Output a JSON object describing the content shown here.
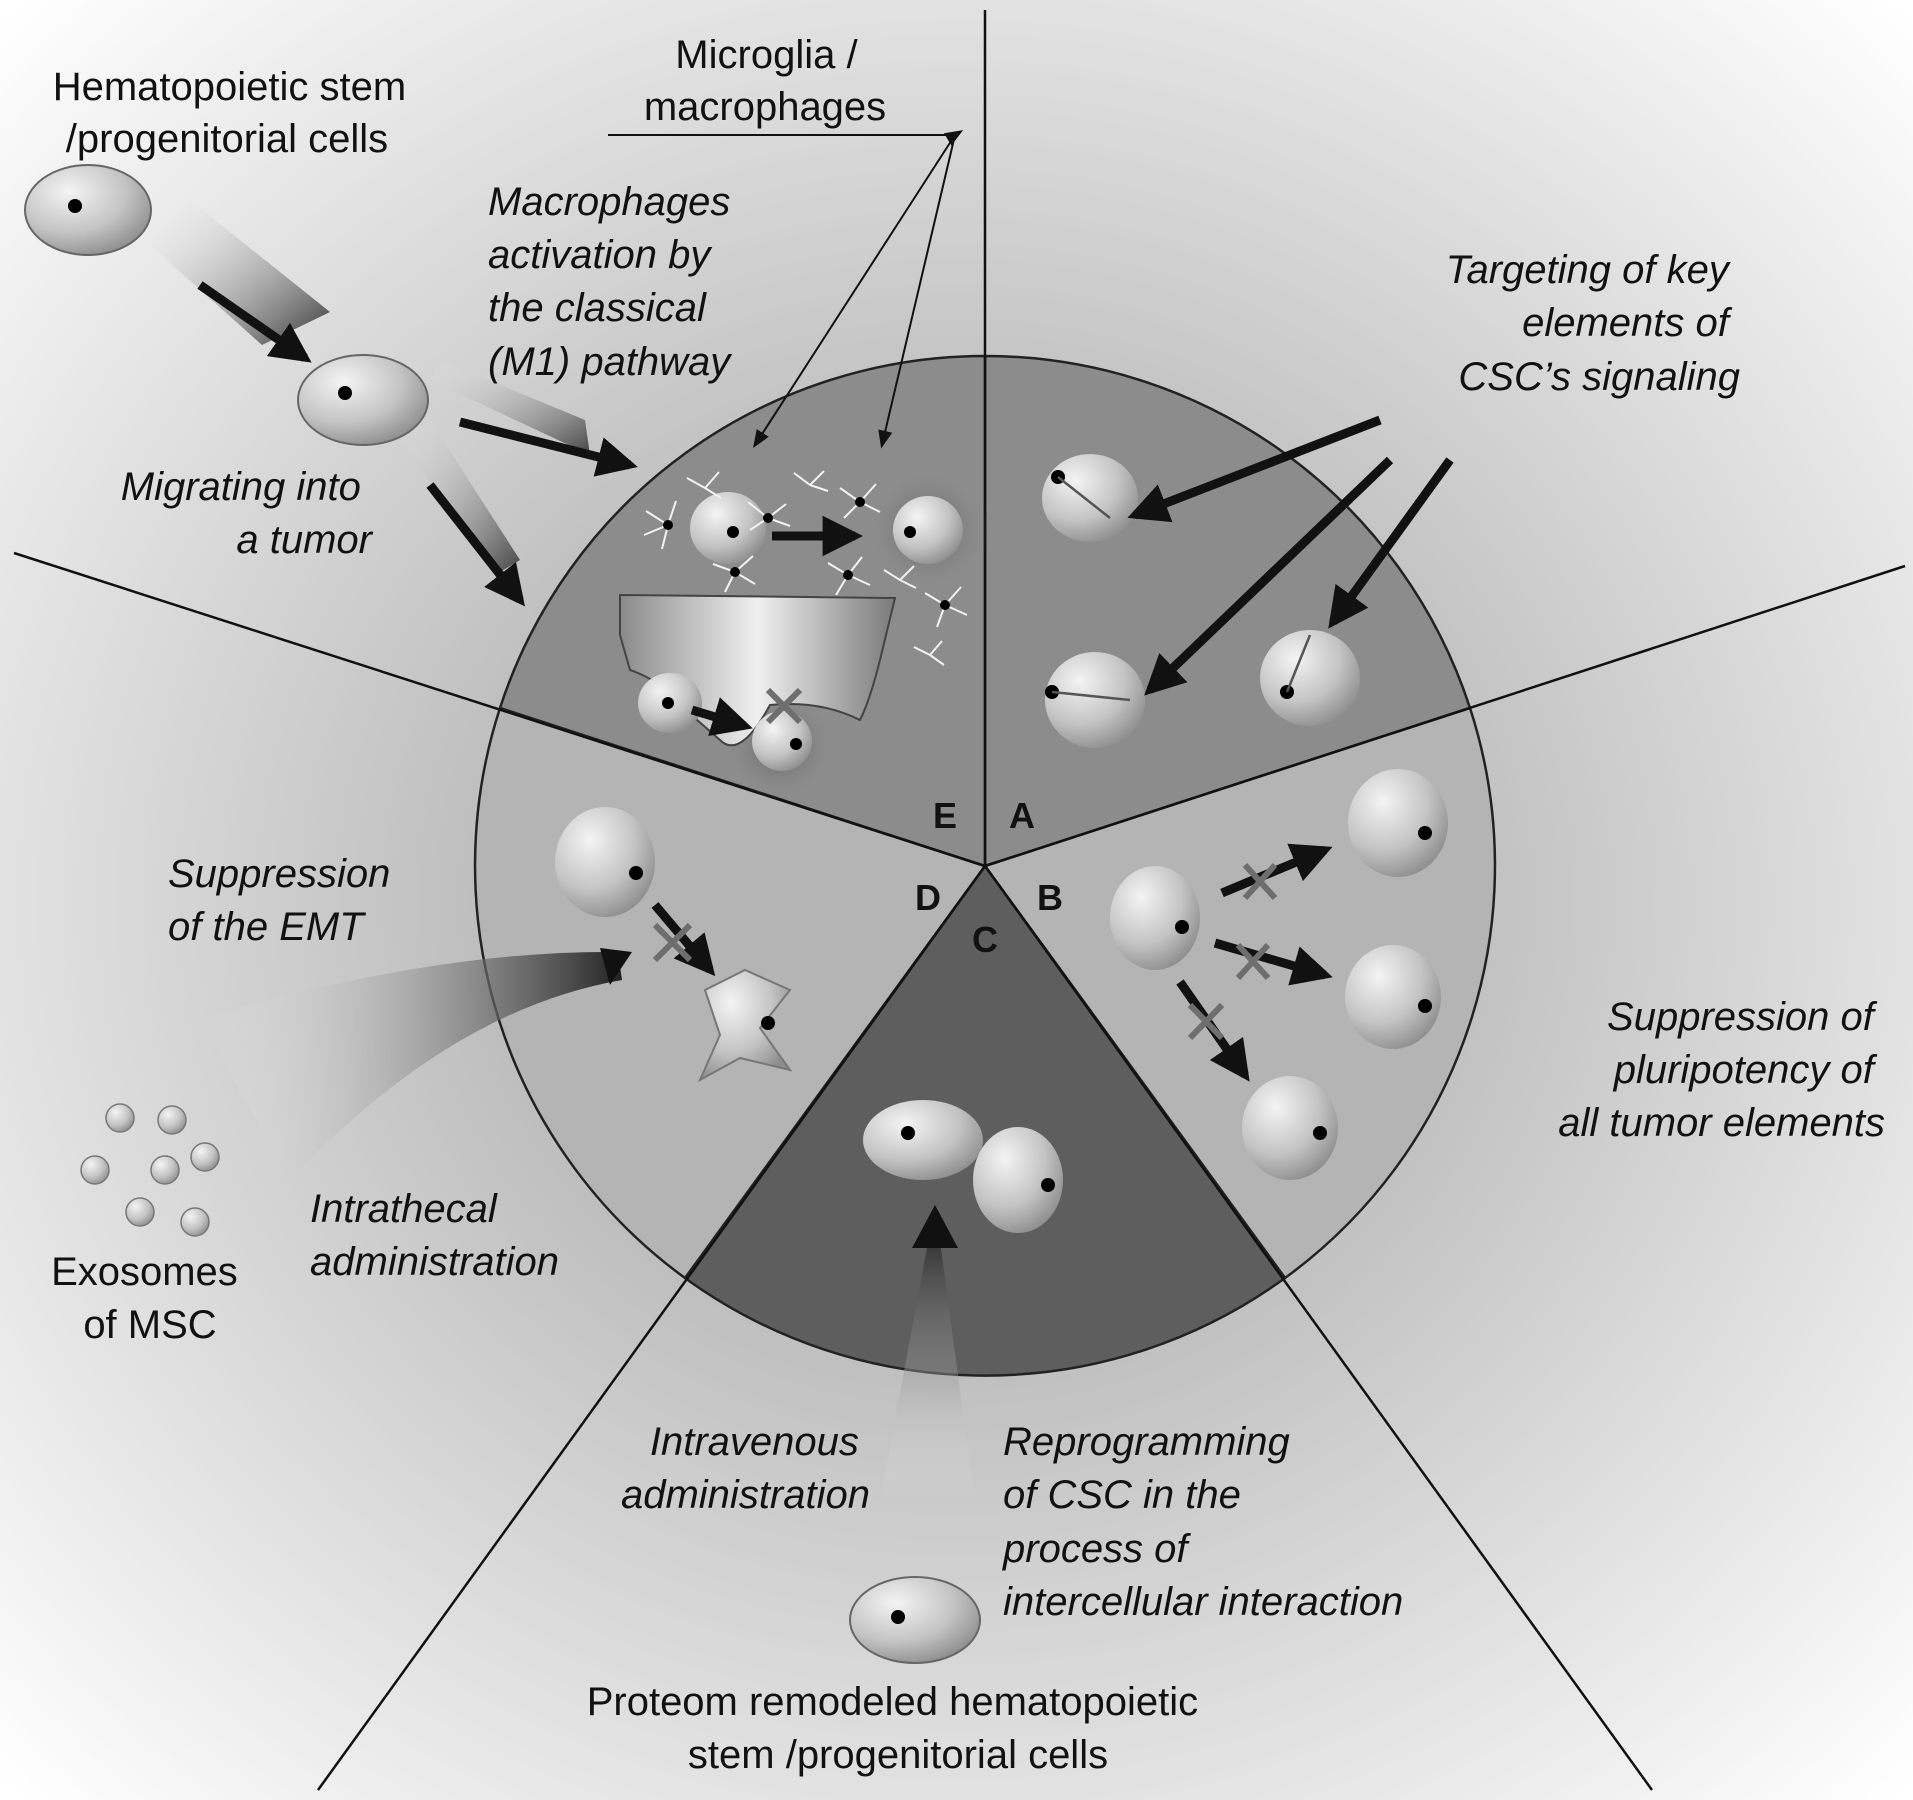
{
  "labels": {
    "microglia": [
      "Microglia /",
      "macrophages"
    ],
    "hematopoietic": [
      "Hematopoietic stem",
      "/progenitorial cells"
    ],
    "macrophages_activation": [
      "Macrophages",
      "activation by",
      "the classical",
      "(M1) pathway"
    ],
    "targeting": [
      "Targeting of key",
      "elements of",
      "CSC’s signaling"
    ],
    "migrating": [
      "Migrating into",
      "a tumor"
    ],
    "suppression_emt": [
      "Suppression",
      "of the EMT"
    ],
    "suppression_pluripotency": [
      "Suppression of",
      "pluripotency of",
      "all tumor elements"
    ],
    "intrathecal": [
      "Intrathecal",
      "administration"
    ],
    "exosomes": [
      "Exosomes",
      "of MSC"
    ],
    "intravenous": [
      "Intravenous",
      "administration"
    ],
    "reprogramming": [
      "Reprogramming",
      "of CSC in the",
      "process of",
      "intercellular interaction"
    ],
    "proteom": [
      "Proteom remodeled hematopoietic",
      "stem /progenitorial cells"
    ]
  },
  "sectors": {
    "a": "A",
    "b": "B",
    "c": "C",
    "d": "D",
    "e": "E"
  },
  "colors": {
    "sector_a_e": "#8c8c8c",
    "sector_b_d": "#b4b4b4",
    "sector_c": "#5e5e5e",
    "cell": "#c9c9c9",
    "arrow": "#111111",
    "block_x": "#707070"
  }
}
